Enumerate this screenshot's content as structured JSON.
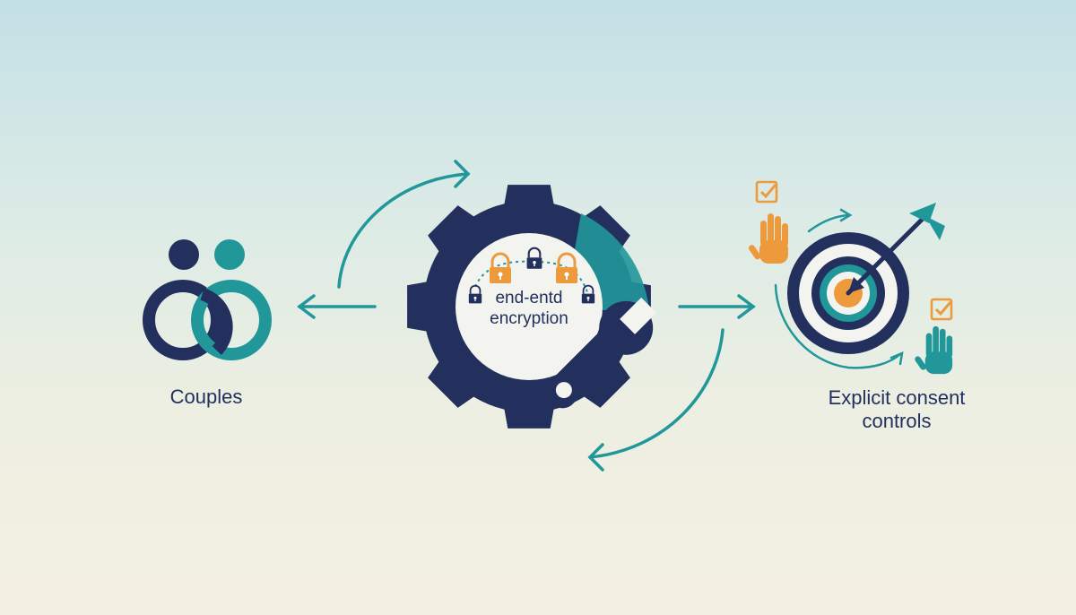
{
  "couples": {
    "label": "Couples",
    "icon": "interlocked-couple-icon"
  },
  "encryption": {
    "line1": "end-entd",
    "line2": "encryption",
    "icon": "gear-wrench-icon"
  },
  "consent": {
    "line1": "Explicit consent",
    "line2": "controls",
    "icon": "target-arrow-icon"
  },
  "colors": {
    "navy": "#23305e",
    "teal": "#21979a",
    "orange": "#ec9a3c"
  }
}
